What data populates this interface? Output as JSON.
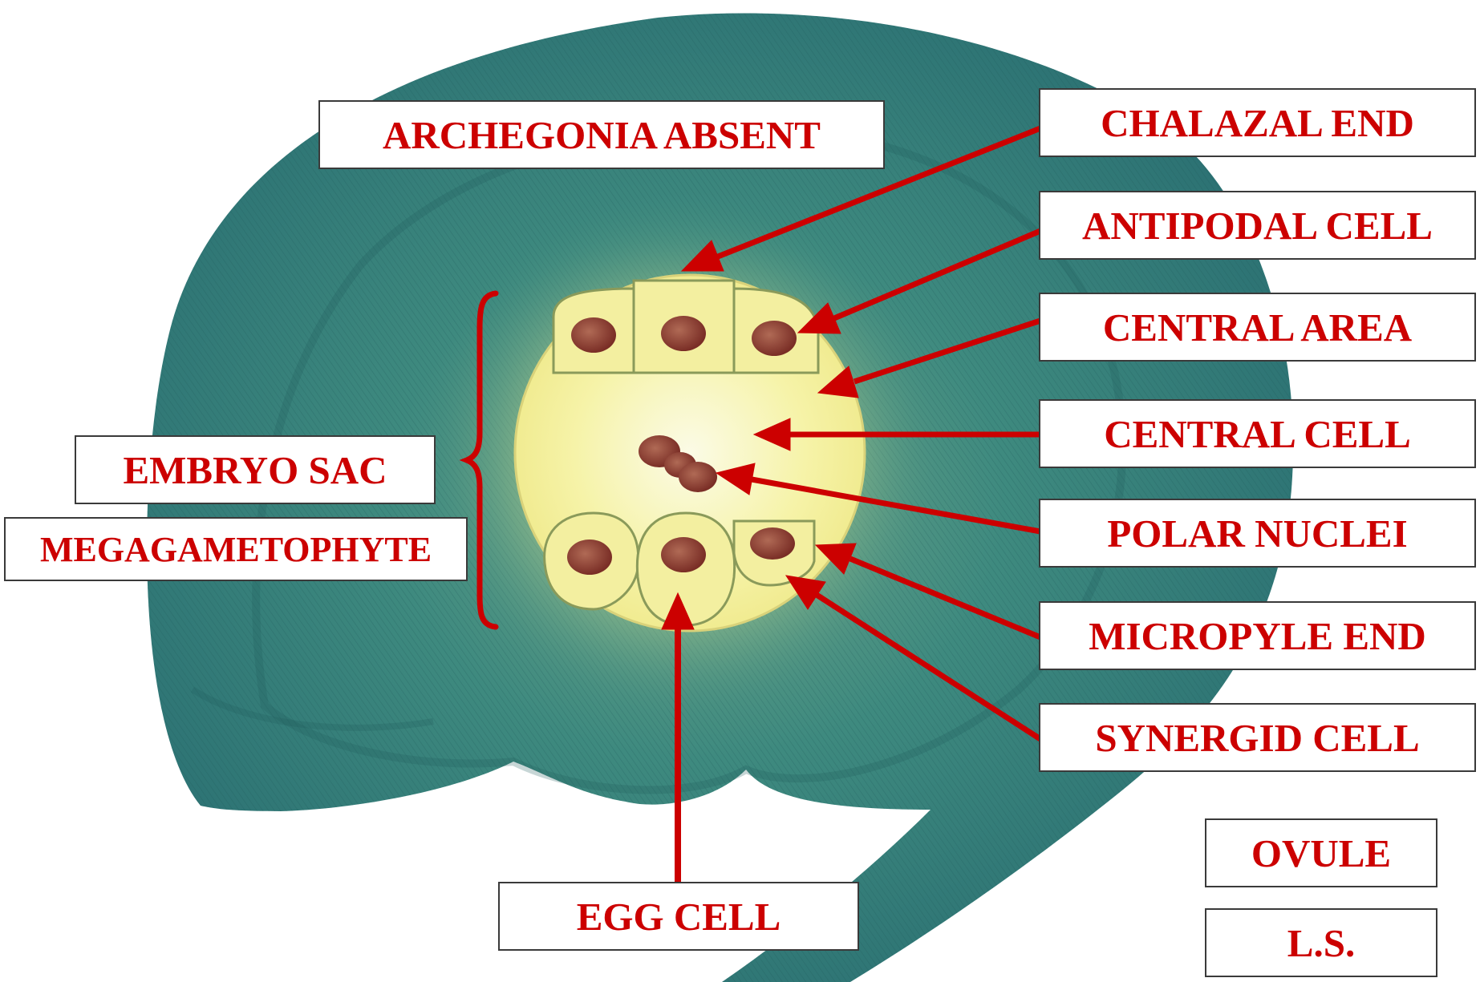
{
  "colors": {
    "label_text": "#cc0000",
    "arrow": "#cc0000",
    "ovule_tissue": "#2f7f7c",
    "embryo_sac": "#f4f19a",
    "nucleus": "#8a3a30"
  },
  "labels": {
    "archegonia_absent": "ARCHEGONIA ABSENT",
    "chalazal_end": "CHALAZAL END",
    "antipodal_cell": "ANTIPODAL CELL",
    "central_area": "CENTRAL AREA",
    "central_cell": "CENTRAL CELL",
    "polar_nuclei": "POLAR NUCLEI",
    "micropyle_end": "MICROPYLE END",
    "synergid_cell": "SYNERGID CELL",
    "embryo_sac": "EMBRYO SAC",
    "megagametophyte": "MEGAGAMETOPHYTE",
    "egg_cell": "EGG CELL",
    "ovule": "OVULE",
    "ls": "L.S."
  }
}
